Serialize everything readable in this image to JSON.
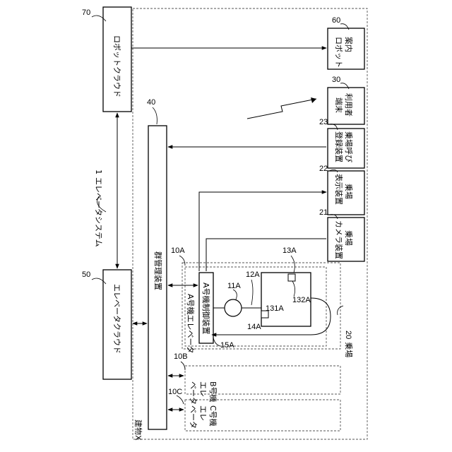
{
  "colors": {
    "line": "#000000",
    "dashed": "#555555",
    "background": "#ffffff"
  },
  "system": {
    "ref": "1",
    "label": "エレベータシステム"
  },
  "building": {
    "label": "建物X"
  },
  "boxes": {
    "robot_cloud": {
      "ref": "70",
      "label": "ロボットクラウド"
    },
    "elevator_cloud": {
      "ref": "50",
      "label": "エレベータクラウド"
    },
    "group_control": {
      "ref": "40",
      "label": "群管理装置"
    },
    "guide_robot": {
      "ref": "60",
      "line1": "案内",
      "line2": "ロボット"
    },
    "user_terminal": {
      "ref": "30",
      "line1": "利用者",
      "line2": "端末"
    },
    "hall_call": {
      "ref": "23",
      "line1": "乗場呼び",
      "line2": "登録装置"
    },
    "hall_display": {
      "ref": "22",
      "line1": "乗場",
      "line2": "表示装置"
    },
    "hall_camera": {
      "ref": "21",
      "line1": "乗場",
      "line2": "カメラ装置"
    },
    "a_controller": {
      "ref": "15A",
      "label": "A号機制御装置"
    }
  },
  "elevators": {
    "a": {
      "ref": "10A",
      "label": "A号機エレベータ"
    },
    "b": {
      "ref": "10B",
      "line1": "B号機",
      "line2": "エレ",
      "line3": "ベータ"
    },
    "c": {
      "ref": "10C",
      "line1": "C号機",
      "line2": "エレ",
      "line3": "ベータ"
    }
  },
  "parts": {
    "hoist": "11A",
    "rope": "12A",
    "car": "13A",
    "cable": "14A",
    "car_sensor": "131A",
    "car_device": "132A"
  },
  "hall": {
    "ref": "20",
    "label": "乗場"
  }
}
